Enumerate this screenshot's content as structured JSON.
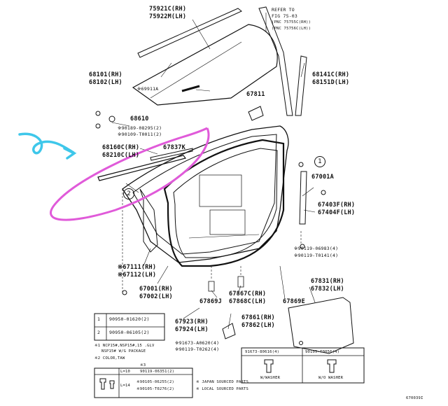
{
  "labels": {
    "p75921": "75921C(RH)",
    "p75922": "75922M(LH)",
    "refer_to": "REFER TO",
    "fig": "FIG 75-03",
    "pnc1": "(PNC 75755C(RH))",
    "pnc2": "(PNC 75756C(LH))",
    "p68101": "68101(RH)",
    "p68102": "68102(LH)",
    "p69911": "※69911A",
    "p68141": "68141C(RH)",
    "p68151": "68151D(LH)",
    "p67811": "67811",
    "p68610": "68610",
    "p90189": "※90189-08295(2)",
    "p90109": "※90109-T0011(2)",
    "p68160": "68160C(RH)",
    "p68210": "68210C(LH)",
    "p67837": "67837K",
    "p67001a": "67001A",
    "p67403": "67403F(RH)",
    "p67404": "67404F(LH)",
    "p90119a": "※90119-06983(4)",
    "p90119b": "※90119-T0141(4)",
    "p67111": "※67111(RH)",
    "p67112": "※67112(LH)",
    "p67001": "67001(RH)",
    "p67002": "67002(LH)",
    "p67831": "67831(RH)",
    "p67832": "67832(LH)",
    "p67867c": "67867C(RH)",
    "p67869j": "67869J",
    "p67868c": "67868C(LH)",
    "p67869e": "67869E",
    "p67923": "67923(RH)",
    "p67924": "67924(LH)",
    "p67861": "67861(RH)",
    "p67862": "67862(LH)",
    "p91673a": "※91673-A0620(4)",
    "p90119c": "※90119-T0262(4)",
    "legend1_num": "1",
    "legend1_part": "90950-01620(2)",
    "legend2_num": "2",
    "legend2_part": "90950-06105(2)",
    "note1": "※1 NCP15#,NSP15#,15 .GLV",
    "note1b": "NSP15# W/G PACKAGE",
    "note2": "※2 COLOR,TAW",
    "note3": "※3",
    "bl_l": "L=10",
    "bl_part": "90119-06351(2)",
    "bl_l14": "L=14",
    "bl_p2": "※90105-06255(2)",
    "bl_p3": "※90105-T0276(2)",
    "jp_note": "※ JAPAN SOURCED PARTS",
    "local_note": "※ LOCAL SOURCED PARTS",
    "br_part1": "91673-80616(4)",
    "br_part2": "90105-T0056(4)",
    "br_cap1": "W/WASHER",
    "br_cap2": "W/O WASHER",
    "callout_1": "1",
    "callout_2": "2",
    "fig_id": "670039I"
  }
}
